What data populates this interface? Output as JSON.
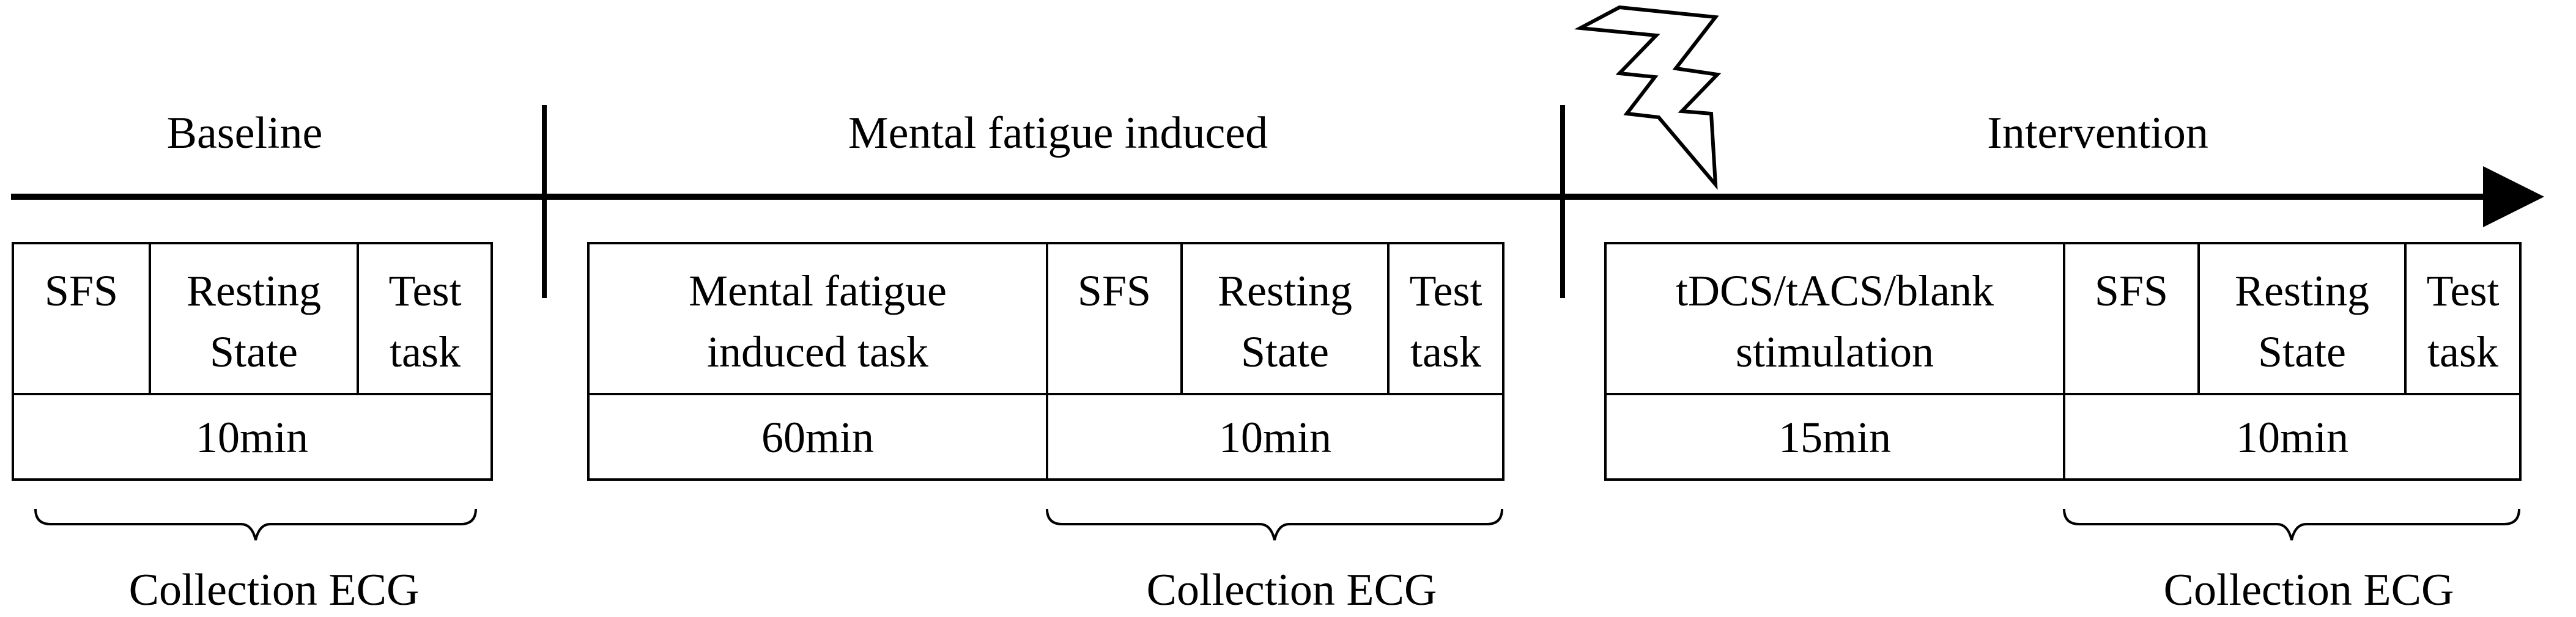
{
  "phases": [
    {
      "title": "Baseline",
      "cells": [
        {
          "lines": [
            "SFS"
          ]
        },
        {
          "lines": [
            "Resting",
            "State"
          ]
        },
        {
          "lines": [
            "Test",
            "task"
          ]
        }
      ],
      "durations": [
        "10min"
      ],
      "collection": "Collection ECG"
    },
    {
      "title": "Mental fatigue induced",
      "cells": [
        {
          "lines": [
            "Mental fatigue",
            "induced task"
          ]
        },
        {
          "lines": [
            "SFS"
          ]
        },
        {
          "lines": [
            "Resting",
            "State"
          ]
        },
        {
          "lines": [
            "Test",
            "task"
          ]
        }
      ],
      "durations": [
        "60min",
        "10min"
      ],
      "collection": "Collection ECG"
    },
    {
      "title": "Intervention",
      "cells": [
        {
          "lines": [
            "tDCS/tACS/blank",
            "stimulation"
          ]
        },
        {
          "lines": [
            "SFS"
          ]
        },
        {
          "lines": [
            "Resting",
            "State"
          ]
        },
        {
          "lines": [
            "Test",
            "task"
          ]
        }
      ],
      "durations": [
        "15min",
        "10min"
      ],
      "collection": "Collection ECG"
    }
  ],
  "icons": {
    "stimulation": "lightning-bolt-icon"
  }
}
